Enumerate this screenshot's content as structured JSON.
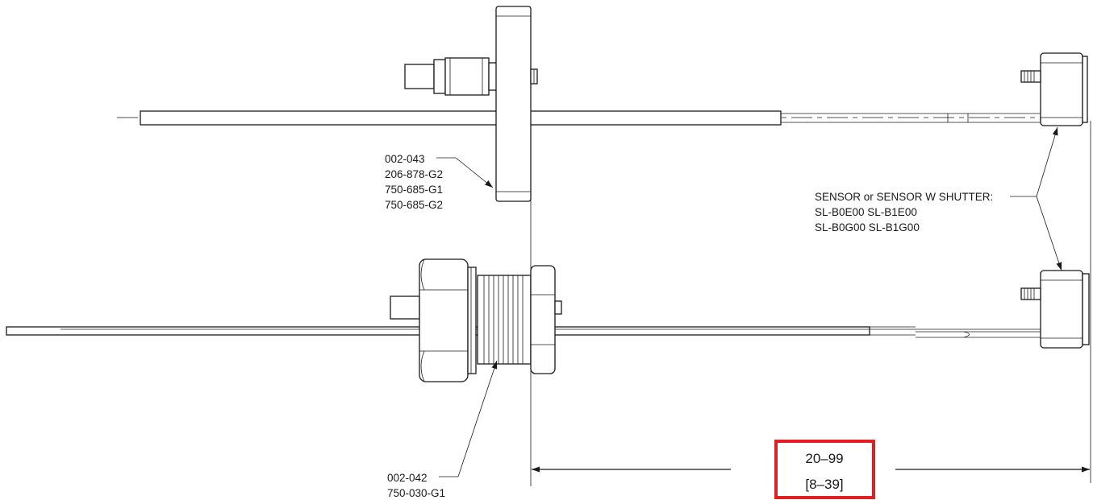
{
  "callouts": {
    "top_flange": [
      "002-043",
      "206-878-G2",
      "750-685-G1",
      "750-685-G2"
    ],
    "sensor": [
      "SENSOR or SENSOR W SHUTTER:",
      "SL-B0E00 SL-B1E00",
      "SL-B0G00 SL-B1G00"
    ],
    "bottom_fitting": [
      "002-042",
      "750-030-G1"
    ]
  },
  "dimension": {
    "value_mm": "20–99",
    "value_in": "[8–39]",
    "highlight_color": "#e02020"
  },
  "colors": {
    "line": "#1a1a1a",
    "background": "#ffffff"
  }
}
